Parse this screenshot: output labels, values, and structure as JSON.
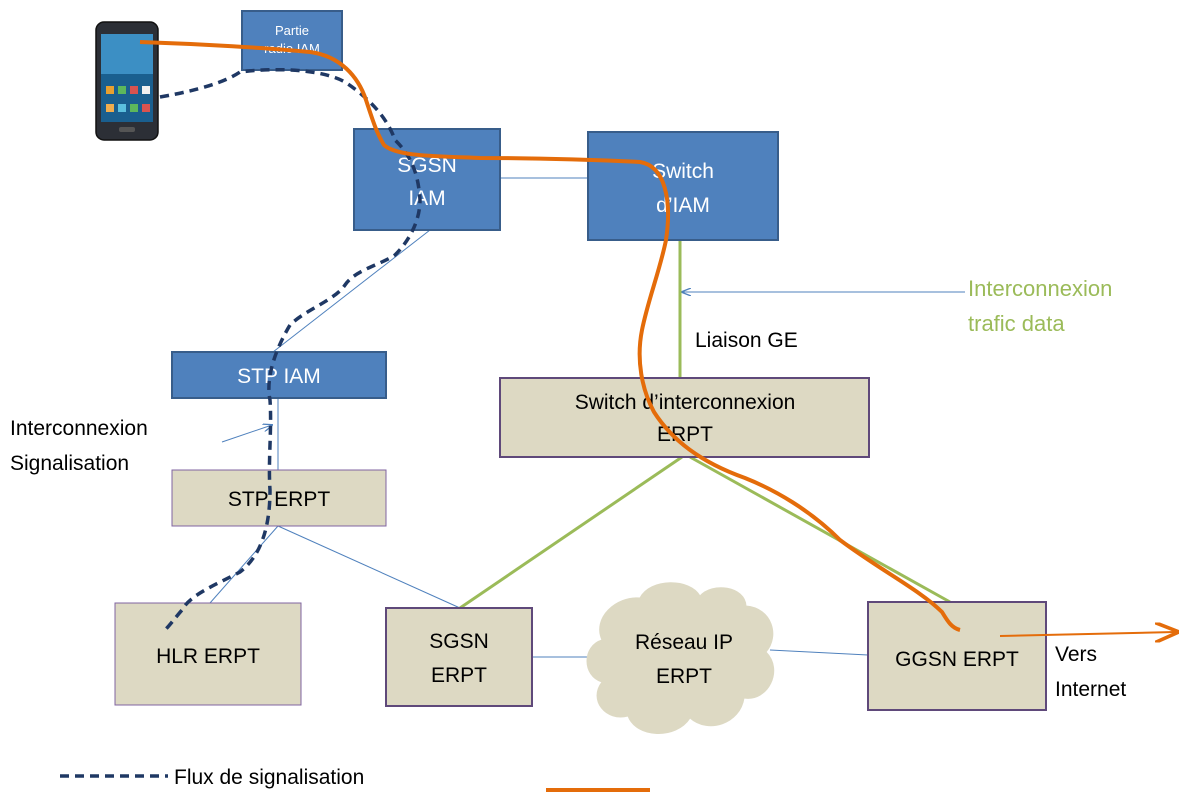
{
  "nodes": {
    "radio": {
      "line1": "Partie",
      "line2": "radio IAM"
    },
    "sgsn_iam": {
      "line1": "SGSN",
      "line2": "IAM"
    },
    "switch_iam": {
      "line1": "Switch",
      "line2": "d’IAM"
    },
    "stp_iam": {
      "line1": "STP IAM"
    },
    "switch_erpt": {
      "line1": "Switch d’interconnexion",
      "line2": "ERPT"
    },
    "stp_erpt": {
      "line1": "STP ERPT"
    },
    "hlr_erpt": {
      "line1": "HLR ERPT"
    },
    "sgsn_erpt": {
      "line1": "SGSN",
      "line2": "ERPT"
    },
    "reseau_ip": {
      "line1": "Réseau IP",
      "line2": "ERPT"
    },
    "ggsn_erpt": {
      "line1": "GGSN ERPT"
    }
  },
  "labels": {
    "interco_data_1": "Interconnexion",
    "interco_data_2": "trafic data",
    "liaison_ge": "Liaison GE",
    "interco_sig_1": "Interconnexion",
    "interco_sig_2": "Signalisation",
    "vers_1": "Vers",
    "vers_2": "Internet"
  },
  "legend": {
    "signal_label": "Flux de signalisation"
  },
  "colors": {
    "blue_fill": "#4f81bd",
    "blue_stroke": "#385d8a",
    "tan_fill": "#ddd9c3",
    "tan_stroke": "#5f497a",
    "orange": "#e46c0a",
    "dash_blue": "#1f3864",
    "green": "#9bbb59",
    "link_blue": "#4f81bd",
    "green_text": "#9bbb59"
  },
  "icons": {
    "phone": "smartphone-icon",
    "cloud": "cloud-icon",
    "arrow": "arrow-right-icon"
  }
}
